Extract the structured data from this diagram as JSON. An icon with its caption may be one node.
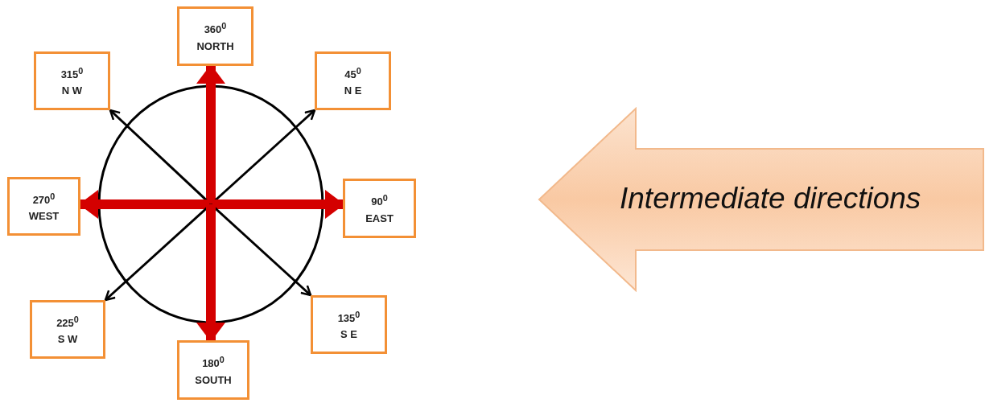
{
  "diagram": {
    "nodes": [
      {
        "text": [
          "360$^{0}$",
          "NORTH"
        ]
      },
      {
        "text": [
          "315$^{0}$",
          "N W"
        ]
      },
      {
        "text": [
          "45$^{0}$",
          "N E"
        ]
      },
      {
        "text": [
          "270$^{0}$",
          "WEST"
        ]
      },
      {
        "text": [
          "90$^{0}$",
          "EAST"
        ]
      },
      {
        "text": [
          "225$^{0}$",
          "S W"
        ]
      },
      {
        "text": [
          "135$^{0}$",
          "S E"
        ]
      },
      {
        "text": [
          "180$^{0}$",
          "SOUTH"
        ]
      },
      {
        "text": [
          "Intermediate directions"
        ]
      }
    ],
    "edges": [
      {
        "from": null,
        "to": 0,
        "arrow": "to",
        "style": "thick",
        "color": "#d40000"
      },
      {
        "from": null,
        "to": 1,
        "arrow": "to",
        "color": "#000000"
      },
      {
        "from": null,
        "to": 2,
        "arrow": "to",
        "color": "#000000"
      },
      {
        "from": null,
        "to": 3,
        "arrow": "to",
        "style": "thick",
        "color": "#d40000"
      },
      {
        "from": null,
        "to": 4,
        "arrow": "to",
        "style": "thick",
        "color": "#d40000"
      },
      {
        "from": null,
        "to": 5,
        "arrow": "to",
        "color": "#000000"
      },
      {
        "from": null,
        "to": 6,
        "arrow": "to",
        "color": "#000000"
      },
      {
        "from": null,
        "to": 7,
        "arrow": "to",
        "style": "thick",
        "color": "#d40000"
      }
    ]
  }
}
